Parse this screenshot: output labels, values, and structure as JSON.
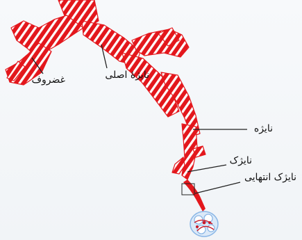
{
  "labels": {
    "cartilage": "غضروف",
    "main_bronchus": "نایژهٔ اصلی",
    "bronchus": "نایژه",
    "bronchiole": "نایژک",
    "terminal_bronchiole": "نایژک انتهایی"
  },
  "colors": {
    "airway_red": "#e3171c",
    "cartilage_white": "#ffffff",
    "alveoli_blue": "#8ab6e6",
    "capillary_red": "#c81a2a",
    "label_text": "#111111",
    "leader_line": "#222222"
  }
}
